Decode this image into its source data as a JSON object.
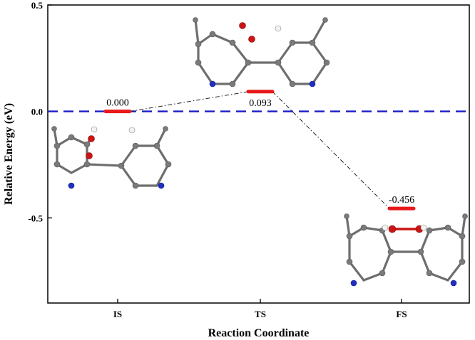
{
  "chart_data": {
    "type": "line",
    "xlabel": "Reaction Coordinate",
    "ylabel": "Relative Energy (eV)",
    "ylim": [
      -0.9,
      0.5
    ],
    "yticks": [
      0.5,
      0.0,
      -0.5
    ],
    "ytick_labels": [
      "0.5",
      "0.0",
      "-0.5"
    ],
    "categories": [
      "IS",
      "TS",
      "FS"
    ],
    "states": [
      {
        "x": 0,
        "y": 0.0,
        "label": "0.000",
        "label_pos": "above"
      },
      {
        "x": 1,
        "y": 0.093,
        "label": "0.093",
        "label_pos": "below"
      },
      {
        "x": 2,
        "y": -0.456,
        "label": "-0.456",
        "label_pos": "above"
      }
    ],
    "reference_line": {
      "y": 0.0,
      "style": "dashed",
      "color": "#1f24c8"
    },
    "level_color": "#e8191b",
    "connector_style": "dash-dot",
    "connector_color": "#222222",
    "grid": false,
    "structures": [
      {
        "state": "IS",
        "icon": "ball-stick-molecule-icon"
      },
      {
        "state": "TS",
        "icon": "ball-stick-molecule-icon"
      },
      {
        "state": "FS",
        "icon": "ball-stick-molecule-icon"
      }
    ]
  }
}
